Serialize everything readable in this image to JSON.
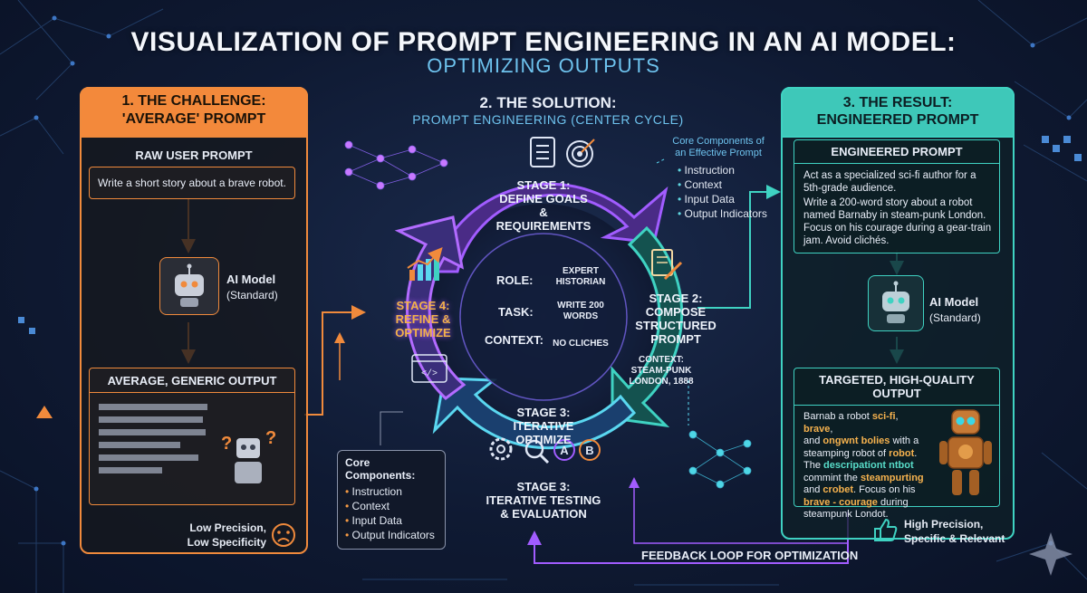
{
  "header": {
    "title": "VISUALIZATION OF PROMPT ENGINEERING IN AN AI MODEL:",
    "subtitle": "OPTIMIZING OUTPUTS"
  },
  "challenge": {
    "heading_line1": "1. THE CHALLENGE:",
    "heading_line2": "'AVERAGE' PROMPT",
    "raw_label": "RAW USER PROMPT",
    "raw_prompt": "Write a short story about a brave robot.",
    "model_name": "AI Model",
    "model_type": "(Standard)",
    "output_label": "AVERAGE, GENERIC OUTPUT",
    "verdict_line1": "Low Precision,",
    "verdict_line2": "Low Specificity"
  },
  "solution": {
    "heading_line1": "2. THE SOLUTION:",
    "heading_line2": "PROMPT ENGINEERING (CENTER CYCLE)",
    "stage1": {
      "line1": "STAGE 1:",
      "line2": "DEFINE GOALS &",
      "line3": "REQUIREMENTS"
    },
    "stage2": {
      "line1": "STAGE 2:",
      "line2": "COMPOSE",
      "line3": "STRUCTURED",
      "line4": "PROMPT"
    },
    "stage3a": {
      "line1": "STAGE 3:",
      "line2": "ITERATIVE OPTIMIZE"
    },
    "stage3b": {
      "line1": "STAGE 3:",
      "line2": "ITERATIVE TESTING",
      "line3": "& EVALUATION"
    },
    "stage4": {
      "line1": "STAGE 4:",
      "line2": "REFINE &",
      "line3": "OPTIMIZE"
    },
    "center": {
      "role_label": "ROLE:",
      "role_value_line1": "EXPERT",
      "role_value_line2": "HISTORIAN",
      "task_label": "TASK:",
      "task_value_line1": "WRITE 200",
      "task_value_line2": "WORDS",
      "context_label": "CONTEXT:",
      "context_value": "NO CLICHES"
    },
    "context_note": {
      "line1": "CONTEXT:",
      "line2": "STEAM-PUNK",
      "line3": "LONDON, 1888"
    },
    "core_top": {
      "title_line1": "Core Components of",
      "title_line2": "an Effective Prompt",
      "items": [
        "Instruction",
        "Context",
        "Input Data",
        "Output Indicators"
      ]
    },
    "core_bottom": {
      "title": "Core Components:",
      "items": [
        "Instruction",
        "Context",
        "Input Data",
        "Output Indicators"
      ]
    },
    "ab_a": "A",
    "ab_b": "B",
    "feedback": "FEEDBACK LOOP FOR OPTIMIZATION"
  },
  "result": {
    "heading_line1": "3. THE RESULT:",
    "heading_line2": "ENGINEERED PROMPT",
    "prompt_label": "ENGINEERED PROMPT",
    "prompt_p1": "Act as a specialized sci-fi author for a 5th-grade audience.",
    "prompt_p2": "Write a 200-word story about a robot named Barnaby in steam-punk London. Focus on his courage during a gear-train jam. Avoid clichés.",
    "model_name": "AI Model",
    "model_type": "(Standard)",
    "output_label": "TARGETED, HIGH-QUALITY OUTPUT",
    "output_text": {
      "t1": "Barnab a robot ",
      "h1": "sci-fi",
      "t2": ", ",
      "h2": "brave",
      "t3": ",",
      "t4": "and ",
      "h3": "ongwnt",
      "t5": " ",
      "h4": "bolies",
      "t6": " with a",
      "t7": "steamping robot of ",
      "h5": "robot",
      "t8": ".",
      "t9": "The ",
      "h6": "descripationt ntbot",
      "t10": "commint the ",
      "h7": "steampurting",
      "t11": "and ",
      "h8": "crobet",
      "t12": ". Focus on his",
      "h9": "brave - courage",
      "t13": " during",
      "t14": "steampunk Londot."
    },
    "verdict_line1": "High Precision,",
    "verdict_line2": "Specific & Relevant"
  },
  "colors": {
    "orange": "#f08a3c",
    "teal": "#3fd2c2",
    "purple": "#a15cff",
    "cyan": "#5ad7f0",
    "blue_title": "#6ec3ee"
  }
}
